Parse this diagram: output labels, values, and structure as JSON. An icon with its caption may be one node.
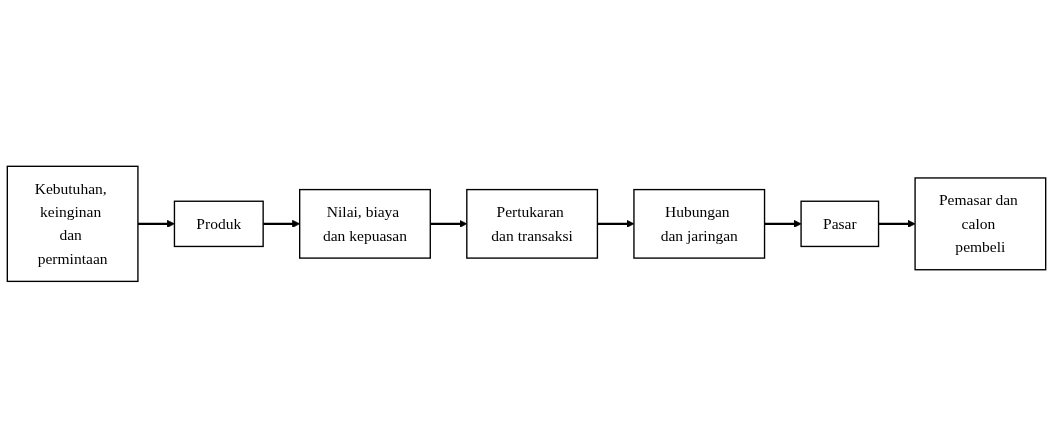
{
  "diagram": {
    "nodes": [
      {
        "text": [
          "Kebutuhan, keinginan dan permintaan"
        ]
      },
      {
        "text": [
          "Produk"
        ]
      },
      {
        "text": [
          "Nilai, biaya dan kepuasan"
        ]
      },
      {
        "text": [
          "Pertukaran dan transaksi"
        ]
      },
      {
        "text": [
          "Hubungan dan jaringan"
        ]
      },
      {
        "text": [
          "Pasar"
        ]
      },
      {
        "text": [
          "Pemasar dan calon pembeli"
        ]
      }
    ],
    "edges": [
      {
        "from": 0,
        "to": 1,
        "arrow": "to"
      },
      {
        "from": 1,
        "to": 2,
        "arrow": "to"
      },
      {
        "from": 2,
        "to": 3,
        "arrow": "to"
      },
      {
        "from": 3,
        "to": 4,
        "arrow": "to"
      },
      {
        "from": 4,
        "to": 5,
        "arrow": "to"
      },
      {
        "from": 5,
        "to": 6,
        "arrow": "to"
      }
    ]
  }
}
